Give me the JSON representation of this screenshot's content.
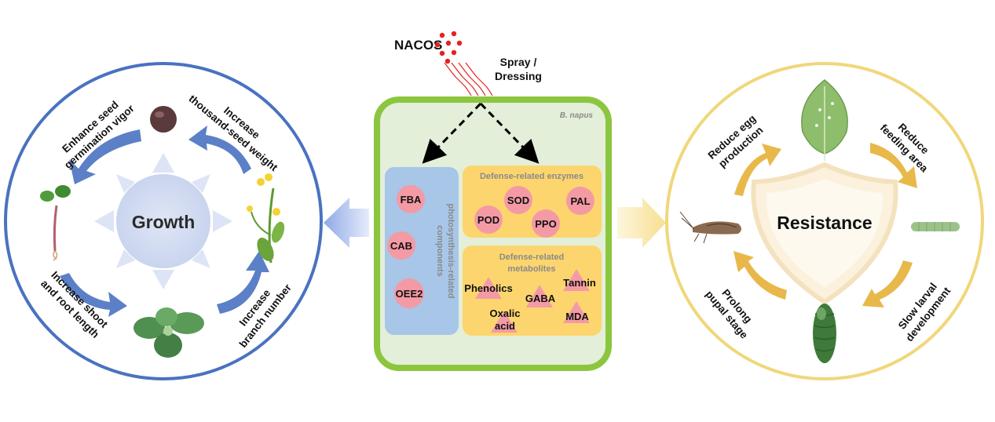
{
  "top": {
    "nacos_label": "NACOS",
    "spray_line1": "Spray /",
    "spray_line2": "Dressing"
  },
  "cell": {
    "species": "B. napus",
    "photosynthesis": {
      "label_line1": "photosynthesis-related",
      "label_line2": "components",
      "items": [
        "FBA",
        "CAB",
        "OEE2"
      ]
    },
    "enzymes": {
      "title": "Defense-related enzymes",
      "items": [
        "SOD",
        "PAL",
        "POD",
        "PPO"
      ]
    },
    "metabolites": {
      "title_line1": "Defense-related",
      "title_line2": "metabolites",
      "items": [
        "Phenolics",
        "Tannin",
        "GABA",
        "Oxalic",
        "acid",
        "MDA"
      ]
    }
  },
  "growth": {
    "center": "Growth",
    "labels": {
      "seed_line1": "Enhance seed",
      "seed_line2": "germination vigor",
      "tsw_line1": "Increase",
      "tsw_line2": "thousand-seed weight",
      "shoot_line1": "Increase shoot",
      "shoot_line2": "and root length",
      "branch_line1": "Increase",
      "branch_line2": "branch number"
    },
    "ring_color": "#4a72c0",
    "arrow_color": "#5b80c7"
  },
  "resistance": {
    "center": "Resistance",
    "labels": {
      "egg_line1": "Reduce egg",
      "egg_line2": "production",
      "feed_line1": "Reduce",
      "feed_line2": "feeding area",
      "pupal_line1": "Prolong",
      "pupal_line2": "pupal stage",
      "larval_line1": "Slow larval",
      "larval_line2": "development"
    },
    "ring_color": "#f0d77a",
    "arrow_color": "#e8b84a"
  },
  "colors": {
    "cell_border": "#8cc63f",
    "cell_fill": "#e3efd9",
    "blue_box": "#a7c6e8",
    "yellow_box": "#fdd56e",
    "pink": "#f49aa5"
  }
}
